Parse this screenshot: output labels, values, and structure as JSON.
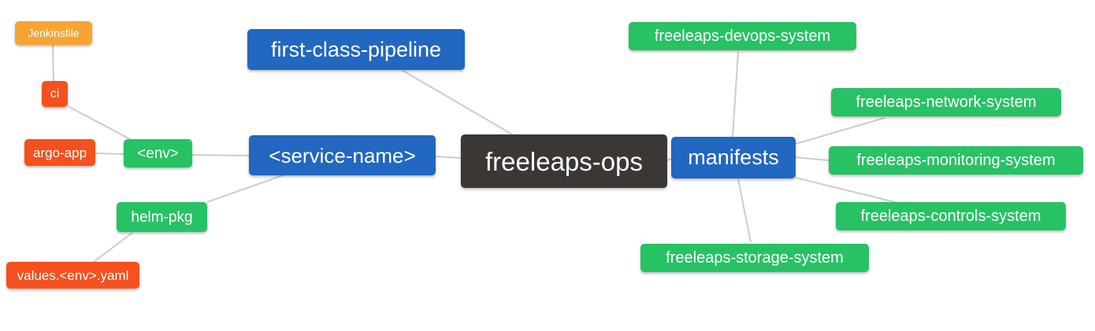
{
  "diagram": {
    "type": "mindmap",
    "root_label": "freeleaps-ops",
    "colors": {
      "blue": "#2267C0",
      "green": "#27C264",
      "red": "#F4511E",
      "orange": "#F7A433",
      "dark": "#3B3735",
      "edge": "#CCCCCC",
      "text": "#FFFFFF",
      "background": "#FFFFFF"
    },
    "nodes": [
      {
        "id": "jenkinsfile",
        "label": "Jenkinsfile",
        "color": "orange"
      },
      {
        "id": "ci",
        "label": "ci",
        "color": "red"
      },
      {
        "id": "argo-app",
        "label": "argo-app",
        "color": "red"
      },
      {
        "id": "env",
        "label": "<env>",
        "color": "green"
      },
      {
        "id": "helm-pkg",
        "label": "helm-pkg",
        "color": "green"
      },
      {
        "id": "values-env-yaml",
        "label": "values.<env>.yaml",
        "color": "red"
      },
      {
        "id": "first-class-pipeline",
        "label": "first-class-pipeline",
        "color": "blue"
      },
      {
        "id": "service-name",
        "label": "<service-name>",
        "color": "blue"
      },
      {
        "id": "freeleaps-ops",
        "label": "freeleaps-ops",
        "color": "dark"
      },
      {
        "id": "manifests",
        "label": "manifests",
        "color": "blue"
      },
      {
        "id": "freeleaps-devops-system",
        "label": "freeleaps-devops-system",
        "color": "green"
      },
      {
        "id": "freeleaps-network-system",
        "label": "freeleaps-network-system",
        "color": "green"
      },
      {
        "id": "freeleaps-monitoring-system",
        "label": "freeleaps-monitoring-system",
        "color": "green"
      },
      {
        "id": "freeleaps-controls-system",
        "label": "freeleaps-controls-system",
        "color": "green"
      },
      {
        "id": "freeleaps-storage-system",
        "label": "freeleaps-storage-system",
        "color": "green"
      }
    ],
    "edges": [
      {
        "from": "jenkinsfile",
        "to": "ci"
      },
      {
        "from": "ci",
        "to": "env"
      },
      {
        "from": "argo-app",
        "to": "env"
      },
      {
        "from": "env",
        "to": "service-name"
      },
      {
        "from": "helm-pkg",
        "to": "service-name"
      },
      {
        "from": "values-env-yaml",
        "to": "helm-pkg"
      },
      {
        "from": "first-class-pipeline",
        "to": "freeleaps-ops"
      },
      {
        "from": "service-name",
        "to": "freeleaps-ops"
      },
      {
        "from": "freeleaps-ops",
        "to": "manifests"
      },
      {
        "from": "manifests",
        "to": "freeleaps-devops-system"
      },
      {
        "from": "manifests",
        "to": "freeleaps-network-system"
      },
      {
        "from": "manifests",
        "to": "freeleaps-monitoring-system"
      },
      {
        "from": "manifests",
        "to": "freeleaps-controls-system"
      },
      {
        "from": "manifests",
        "to": "freeleaps-storage-system"
      }
    ]
  }
}
